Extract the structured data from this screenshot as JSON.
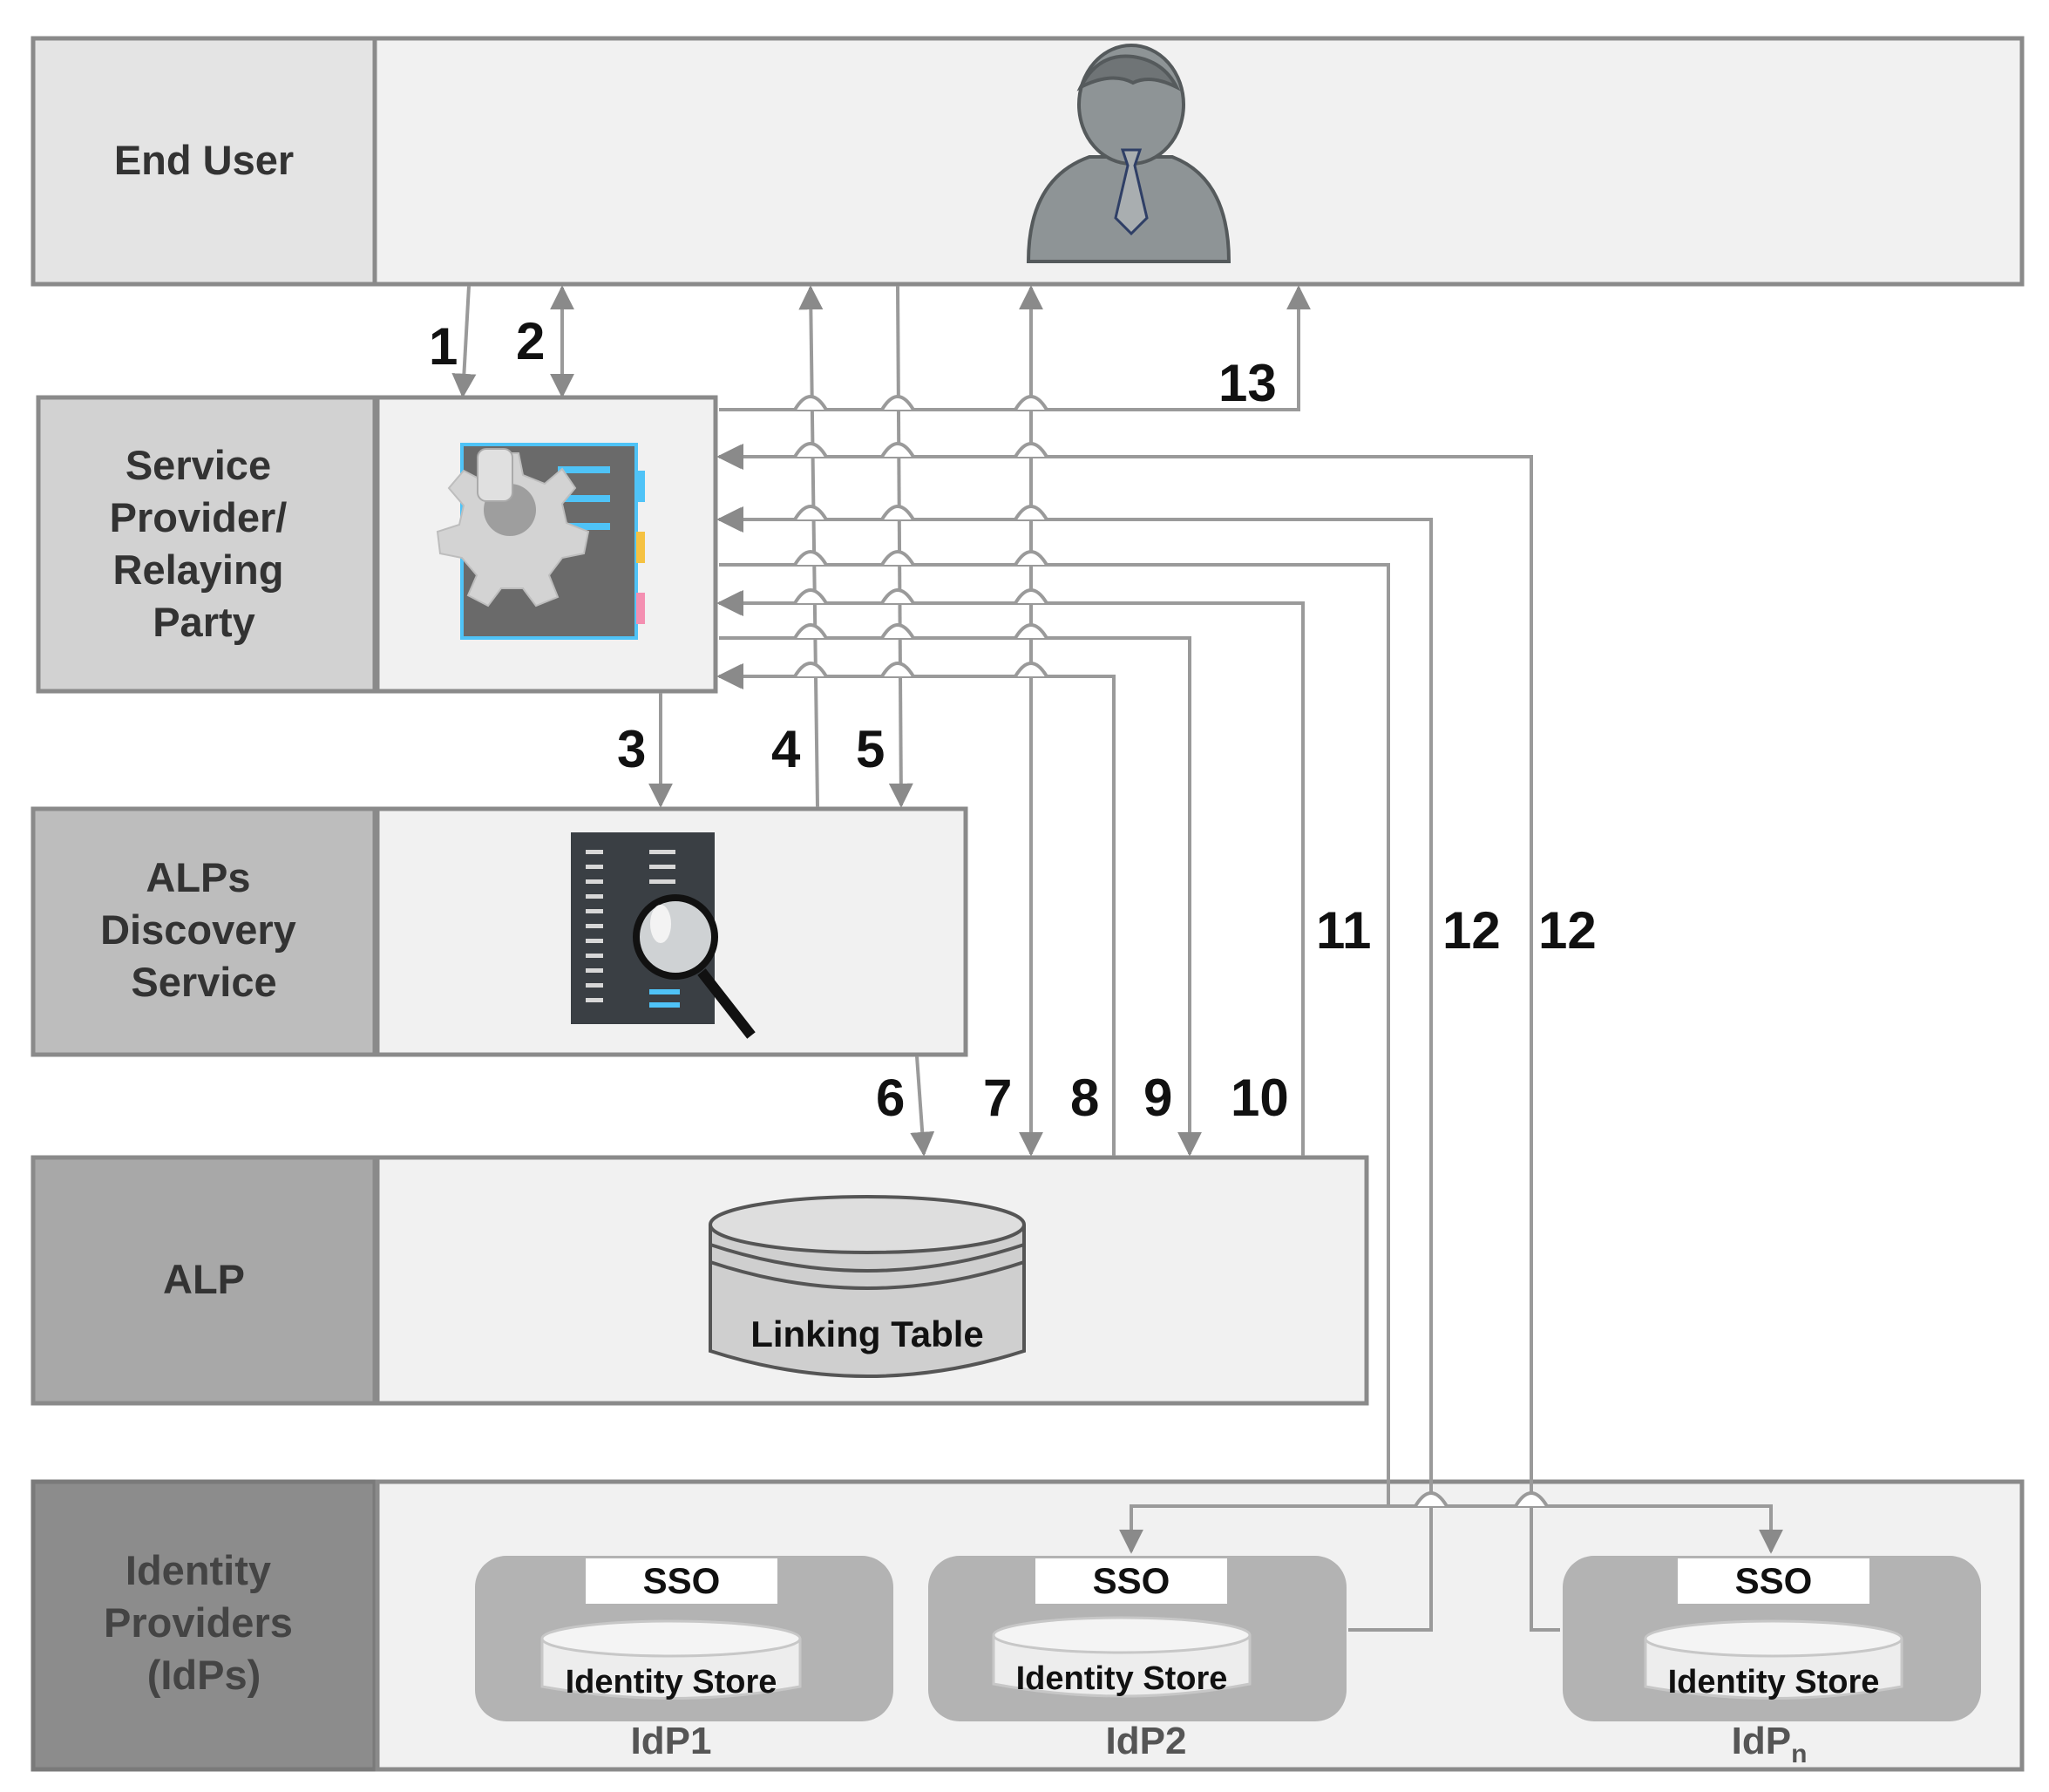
{
  "lanes": {
    "end_user": {
      "label_lines": [
        "End User"
      ]
    },
    "service_provider": {
      "label_lines": [
        "Service",
        "Provider/",
        "Relaying",
        "Party"
      ]
    },
    "discovery": {
      "label_lines": [
        "ALPs",
        "Discovery",
        "Service"
      ]
    },
    "alp": {
      "label_lines": [
        "ALP"
      ]
    },
    "idps": {
      "label_lines": [
        "Identity",
        "Providers",
        "(IdPs)"
      ]
    }
  },
  "linking_table": {
    "label": "Linking Table"
  },
  "idps": [
    {
      "sso": "SSO",
      "store": "Identity Store",
      "name": "IdP1",
      "subscript": ""
    },
    {
      "sso": "SSO",
      "store": "Identity Store",
      "name": "IdP2",
      "subscript": ""
    },
    {
      "sso": "SSO",
      "store": "Identity Store",
      "name": "IdP",
      "subscript": "n"
    }
  ],
  "steps": [
    "1",
    "2",
    "3",
    "4",
    "5",
    "6",
    "7",
    "8",
    "9",
    "10",
    "11",
    "12",
    "12",
    "13"
  ],
  "colors": {
    "lane_user": "#e4e4e4",
    "lane_sp": "#d2d2d2",
    "lane_discovery": "#bdbdbd",
    "lane_alp": "#a8a8a8",
    "lane_idp": "#8c8c8c",
    "content_bg": "#f1f1f1",
    "idp_card": "#b3b3b3",
    "arrow": "#9a9a9a",
    "icon_accent": "#4fc3f7",
    "user_icon": "#8e9496"
  }
}
